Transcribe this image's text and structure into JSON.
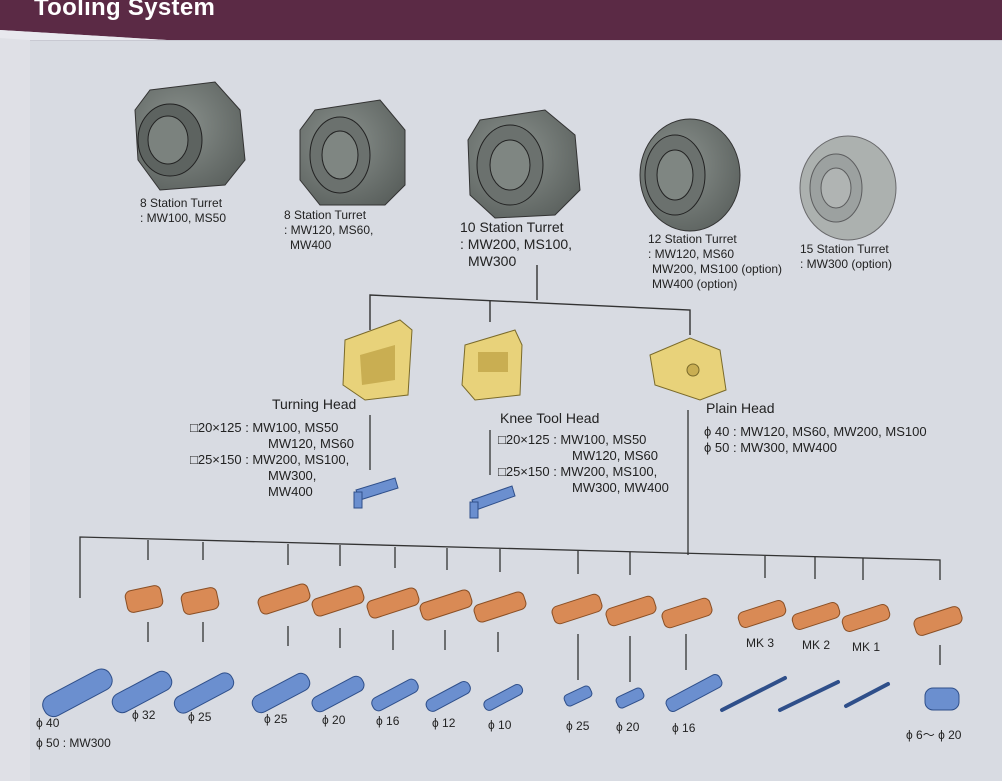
{
  "page": {
    "title": "Tooling System"
  },
  "turrets": [
    {
      "lines": [
        "8 Station Turret",
        ": MW100, MS50"
      ]
    },
    {
      "lines": [
        "8 Station Turret",
        ": MW120, MS60,",
        "MW400"
      ]
    },
    {
      "lines": [
        "10 Station Turret",
        ": MW200, MS100,",
        "MW300"
      ]
    },
    {
      "lines": [
        "12 Station Turret",
        ": MW120, MS60",
        "MW200, MS100 (option)",
        "MW400 (option)"
      ]
    },
    {
      "lines": [
        "15 Station Turret",
        ": MW300 (option)"
      ]
    }
  ],
  "heads": {
    "turning": {
      "title": "Turning Head",
      "specs": [
        "□20×125 : MW100, MS50",
        "MW120, MS60",
        "□25×150 : MW200, MS100,",
        "MW300,",
        "MW400"
      ]
    },
    "knee": {
      "title": "Knee Tool Head",
      "specs": [
        "□20×125 : MW100, MS50",
        "MW120, MS60",
        "□25×150 : MW200, MS100,",
        "MW300, MW400"
      ]
    },
    "plain": {
      "title": "Plain Head",
      "specs": [
        "ϕ 40 : MW120, MS60, MW200, MS100",
        "ϕ 50 : MW300, MW400"
      ]
    }
  },
  "tools": {
    "diameters": [
      "ϕ 40",
      "ϕ 50 : MW300",
      "ϕ 32",
      "ϕ 25",
      "ϕ 25",
      "ϕ 20",
      "ϕ 16",
      "ϕ 12",
      "ϕ 10",
      "ϕ 25",
      "ϕ 20",
      "ϕ 16",
      "ϕ 6～ ϕ 20"
    ],
    "morse_tapers": [
      "MK 3",
      "MK 2",
      "MK 1"
    ]
  },
  "colors": {
    "header": "#5b2a45",
    "turret": "#6f7672",
    "head": "#e8d27a",
    "sleeve": "#d98a55",
    "holder": "#6b8fcf"
  }
}
